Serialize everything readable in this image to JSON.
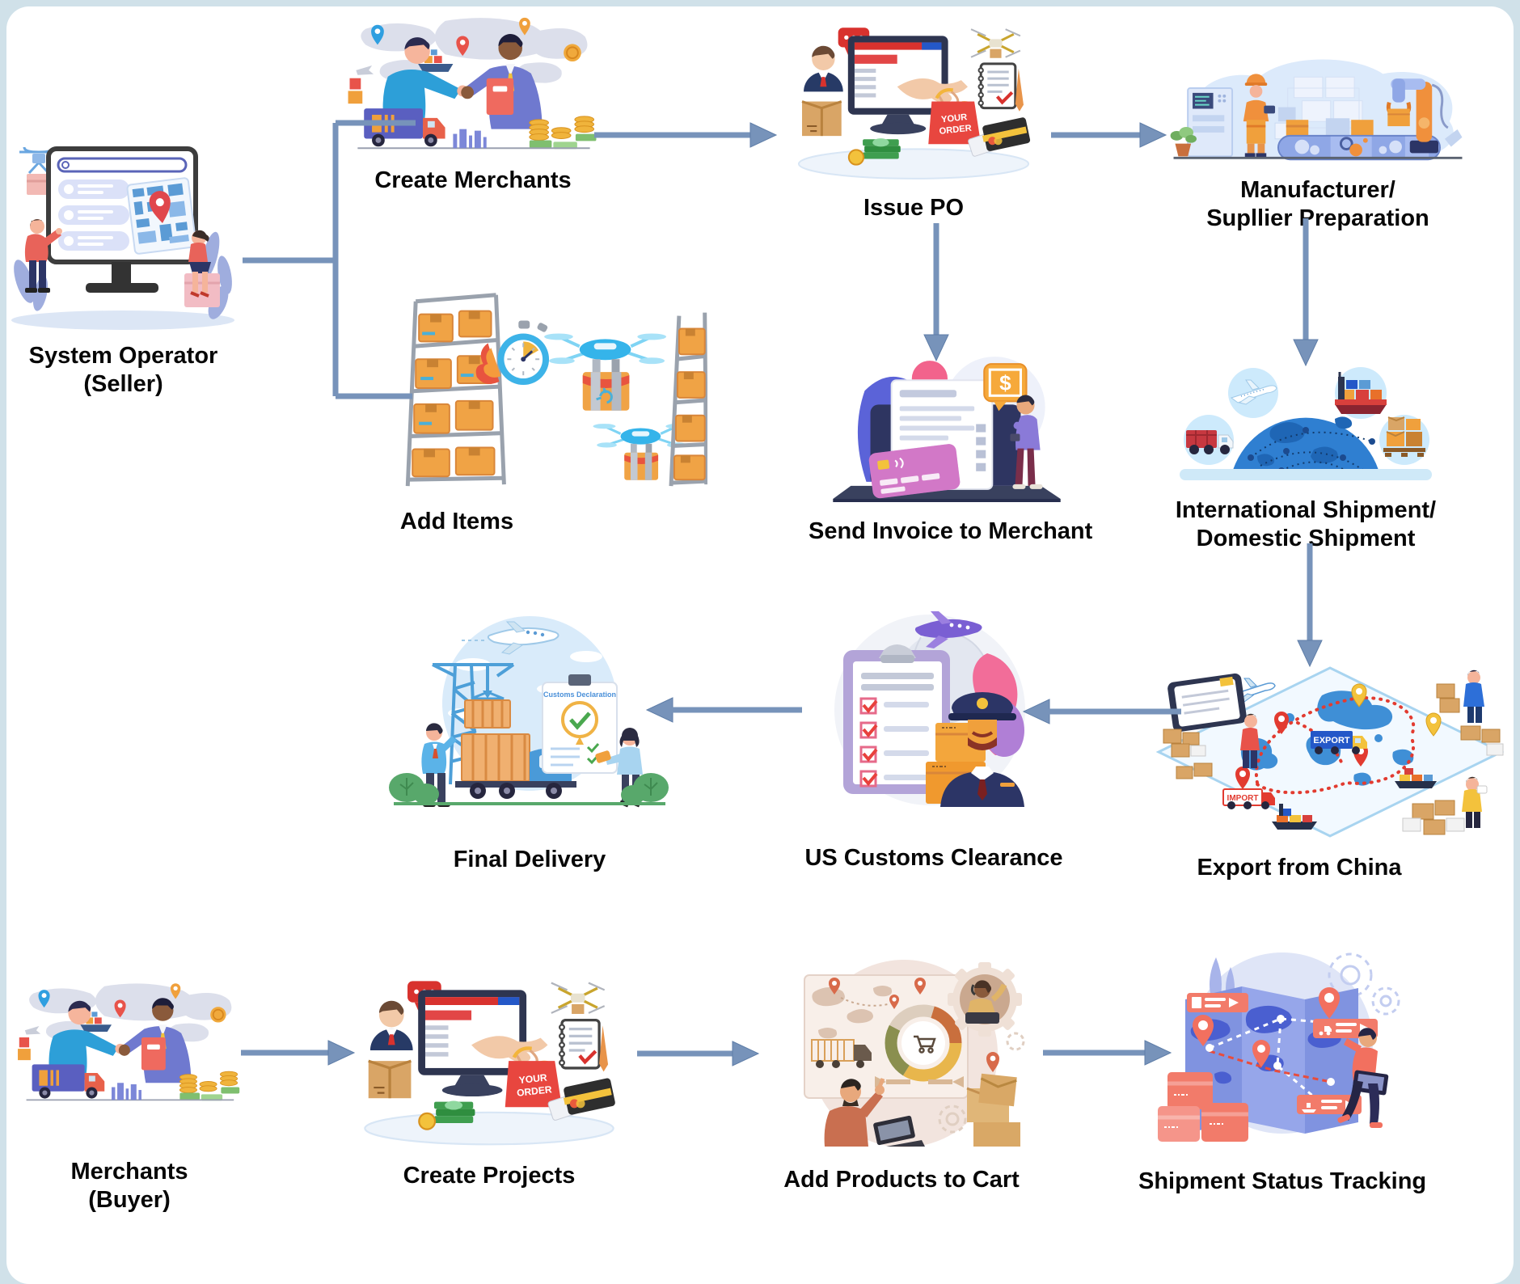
{
  "page": {
    "background_color": "#d0e1e9",
    "card_color": "#ffffff",
    "arrow_color": "#7793ba",
    "label_color": "#070707"
  },
  "nodes": {
    "system_operator": {
      "label_line1": "System Operator",
      "label_line2": "(Seller)"
    },
    "create_merchants": {
      "label": "Create Merchants"
    },
    "issue_po": {
      "label": "Issue PO"
    },
    "manufacturer": {
      "label_line1": "Manufacturer/",
      "label_line2": "Supllier Preparation"
    },
    "add_items": {
      "label": "Add Items"
    },
    "send_invoice": {
      "label": "Send Invoice to Merchant"
    },
    "intl_shipment": {
      "label_line1": "International Shipment/",
      "label_line2": "Domestic Shipment"
    },
    "export_china": {
      "label": "Export from China"
    },
    "us_customs": {
      "label": "US Customs Clearance"
    },
    "final_delivery": {
      "label": "Final Delivery"
    },
    "merchants": {
      "label_line1": "Merchants",
      "label_line2": "(Buyer)"
    },
    "create_projects": {
      "label": "Create Projects"
    },
    "add_products": {
      "label": "Add Products to Cart"
    },
    "shipment_tracking": {
      "label": "Shipment Status Tracking"
    }
  },
  "illustration_texts": {
    "your_order_line1": "YOUR",
    "your_order_line2": "ORDER",
    "customs_declaration": "Customs Declaration",
    "export": "EXPORT",
    "import": "IMPORT",
    "dollar": "$"
  }
}
